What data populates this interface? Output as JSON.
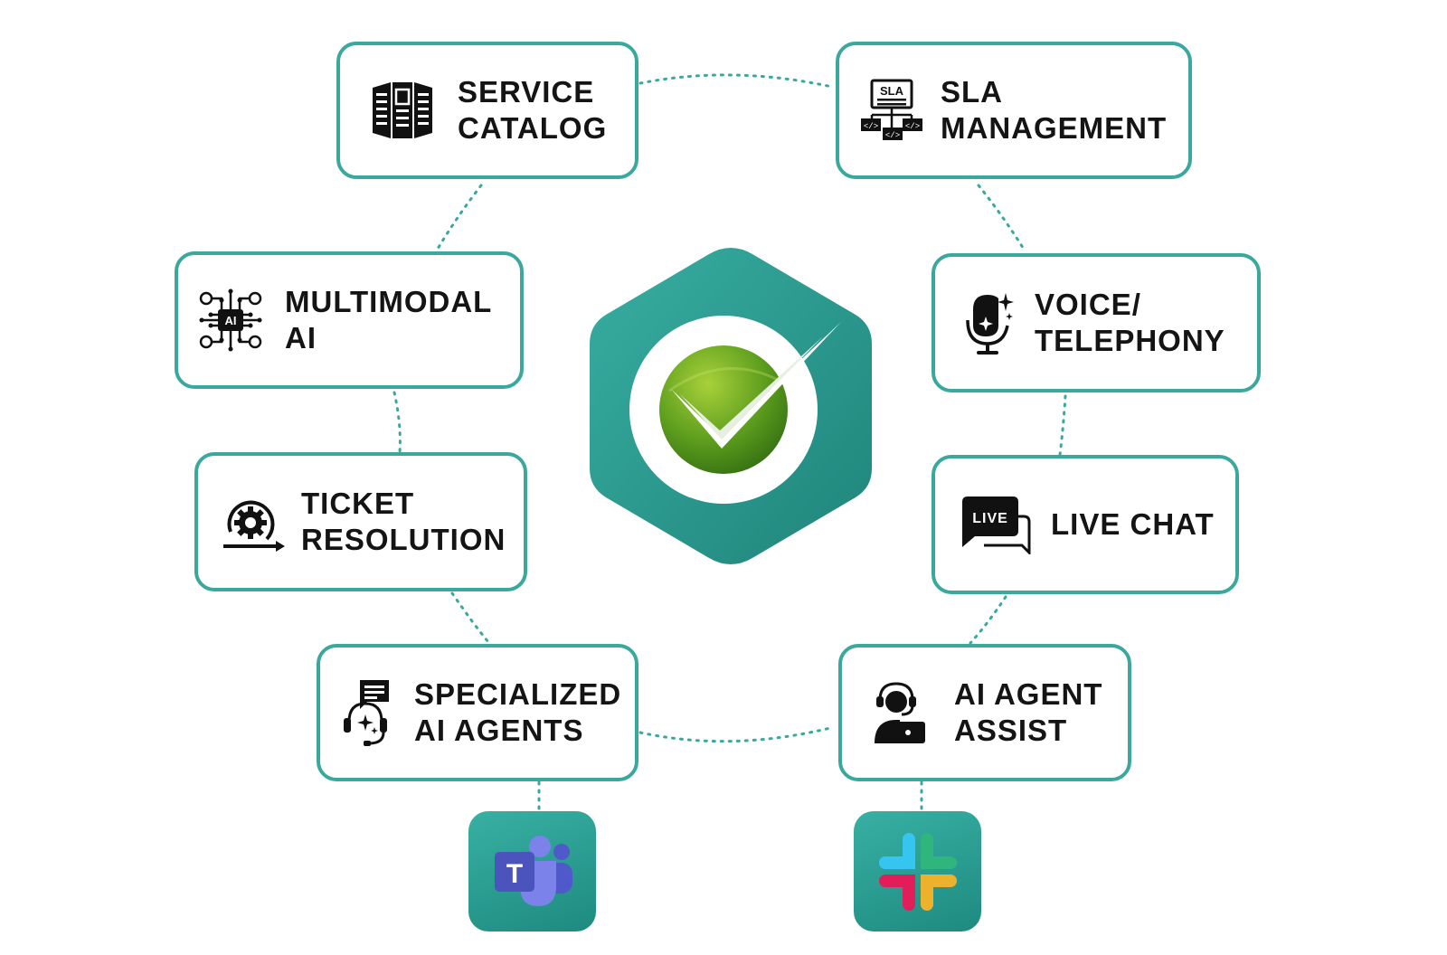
{
  "hub": {
    "icon": "checkmark-logo-icon",
    "colors": {
      "hexagon": "#2e9e92",
      "ring": "#ffffff",
      "ball": "#5e9e1e",
      "check": "#ffffff"
    }
  },
  "accent_color": "#3aa89c",
  "connector_color": "#3aa89c",
  "cards": {
    "service_catalog": {
      "line1": "SERVICE",
      "line2": "CATALOG",
      "icon": "catalog-brochure-icon"
    },
    "sla_management": {
      "line1": "SLA",
      "line2": "MANAGEMENT",
      "icon": "sla-document-icon",
      "icon_text": "SLA"
    },
    "multimodal_ai": {
      "line1": "MULTIMODAL",
      "line2": "AI",
      "icon": "ai-chip-icon",
      "icon_text": "AI"
    },
    "voice_telephony": {
      "line1": "VOICE/",
      "line2": "TELEPHONY",
      "icon": "microphone-sparkle-icon"
    },
    "ticket_resolution": {
      "line1": "TICKET",
      "line2": "RESOLUTION",
      "icon": "gear-cycle-icon"
    },
    "live_chat": {
      "line1": "LIVE CHAT",
      "icon": "live-chat-bubble-icon",
      "icon_text": "LIVE"
    },
    "specialized_ai_agents": {
      "line1": "SPECIALIZED",
      "line2": "AI AGENTS",
      "icon": "agent-headset-chat-icon"
    },
    "ai_agent_assist": {
      "line1": "AI AGENT",
      "line2": "ASSIST",
      "icon": "agent-laptop-icon"
    }
  },
  "apps": {
    "teams": {
      "icon": "microsoft-teams-icon",
      "letter": "T",
      "color": "#5059c9"
    },
    "slack": {
      "icon": "slack-icon",
      "colors": [
        "#36c5f0",
        "#2eb67d",
        "#ecb22e",
        "#e01e5a"
      ]
    }
  }
}
